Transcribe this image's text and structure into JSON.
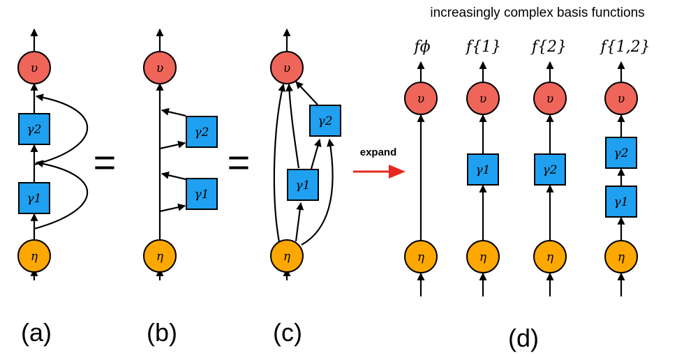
{
  "title": "increasingly complex basis functions",
  "expand_label": "expand",
  "equals_sign": "=",
  "node_labels": {
    "upsilon": "υ",
    "eta": "η",
    "gamma1": "γ1",
    "gamma2": "γ2"
  },
  "panels": [
    {
      "label": "(a)"
    },
    {
      "label": "(b)"
    },
    {
      "label": "(c)"
    },
    {
      "label": "(d)"
    }
  ],
  "basis_functions": [
    "fϕ",
    "f{1}",
    "f{2}",
    "f{1,2}"
  ],
  "colors": {
    "upsilon_node": "#f0655a",
    "eta_node": "#fca800",
    "gamma_node": "#1fa0f0",
    "expand_arrow": "#e8281e"
  }
}
